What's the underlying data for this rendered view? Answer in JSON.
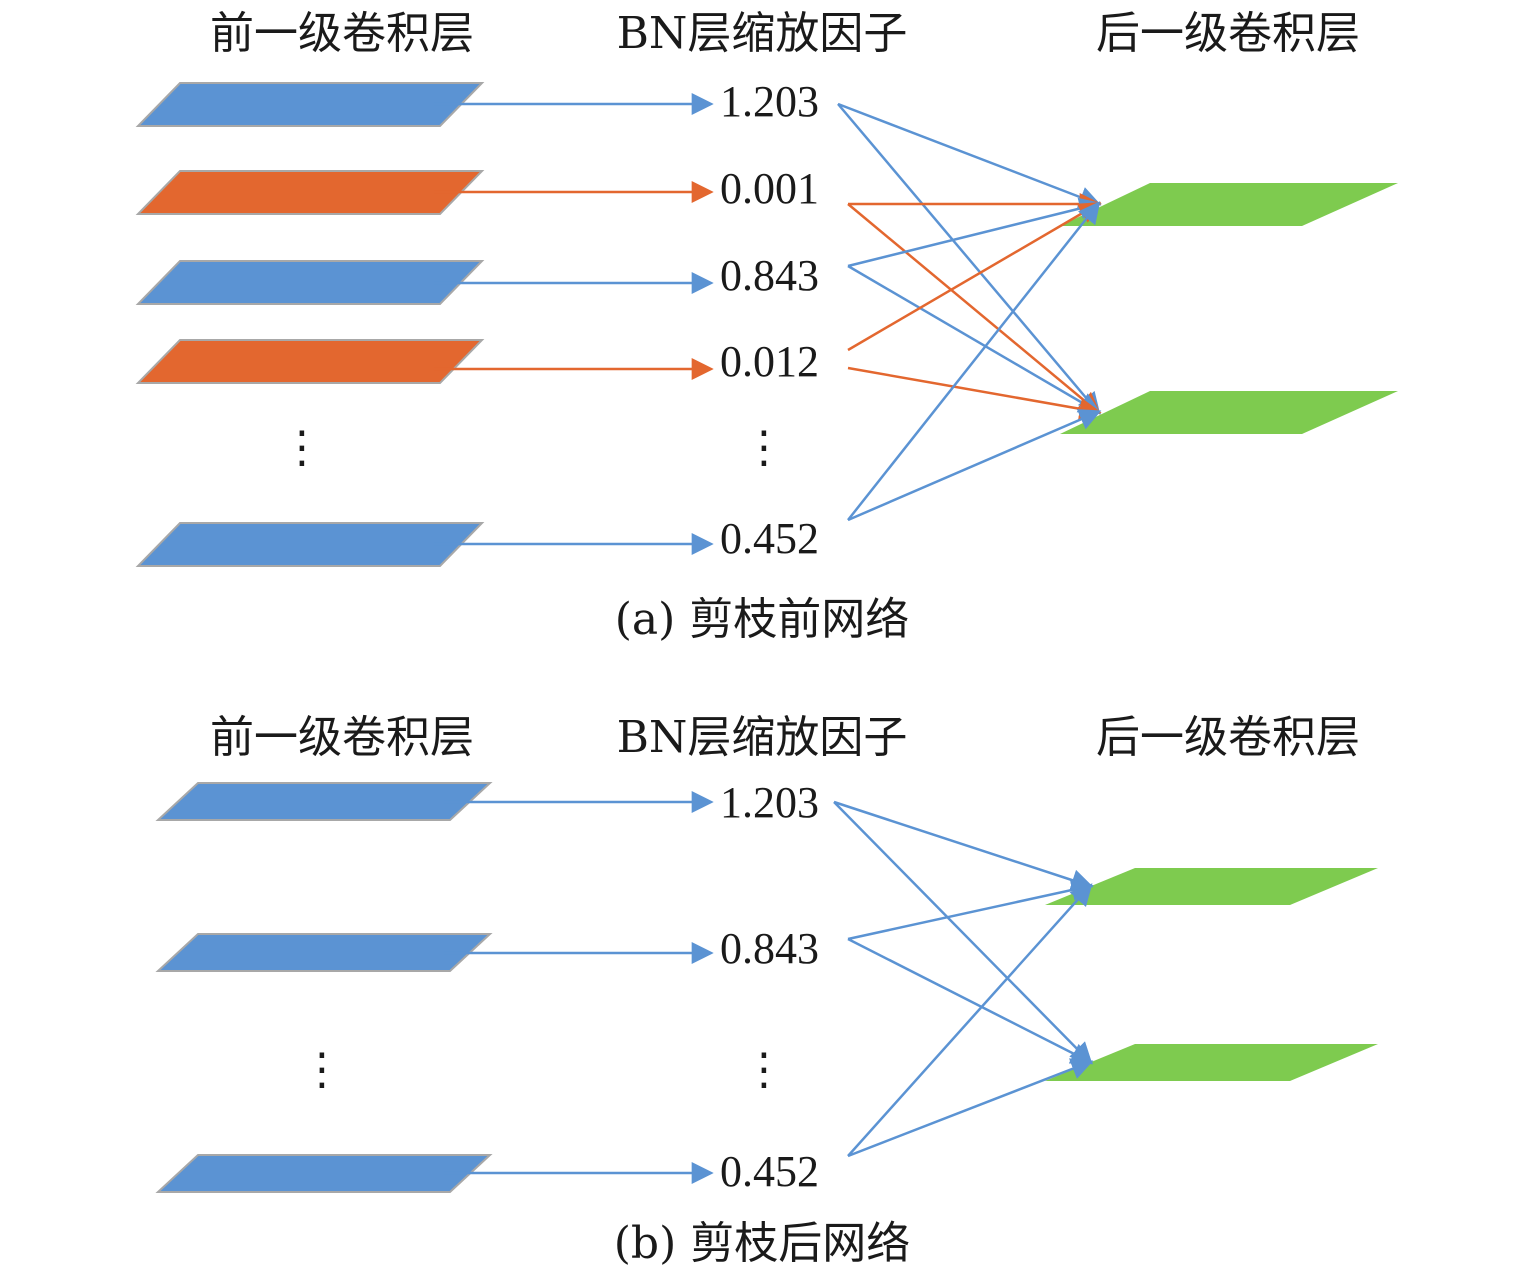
{
  "colors": {
    "kept": "#5b93d3",
    "pruned": "#e3672f",
    "next_layer": "#7ecb4f",
    "plane_edge": "#a8a8a8",
    "text": "#1a1a1a"
  },
  "panels": [
    {
      "id": "a",
      "headers": {
        "prev_layer": "前一级卷积层",
        "bn_factor": "BN层缩放因子",
        "next_layer": "后一级卷积层"
      },
      "channels": [
        {
          "value": "1.203",
          "status": "kept"
        },
        {
          "value": "0.001",
          "status": "pruned"
        },
        {
          "value": "0.843",
          "status": "kept"
        },
        {
          "value": "0.012",
          "status": "pruned"
        },
        {
          "value": "0.452",
          "status": "kept"
        }
      ],
      "ellipsis": "⋮",
      "caption": "(a) 剪枝前网络"
    },
    {
      "id": "b",
      "headers": {
        "prev_layer": "前一级卷积层",
        "bn_factor": "BN层缩放因子",
        "next_layer": "后一级卷积层"
      },
      "channels": [
        {
          "value": "1.203",
          "status": "kept"
        },
        {
          "value": "0.843",
          "status": "kept"
        },
        {
          "value": "0.452",
          "status": "kept"
        }
      ],
      "ellipsis": "⋮",
      "caption": "(b) 剪枝后网络"
    }
  ]
}
